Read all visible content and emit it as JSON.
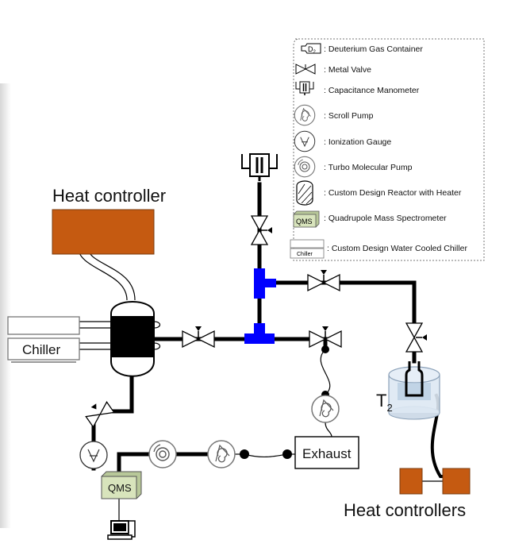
{
  "labels": {
    "heat_controller": "Heat controller",
    "chiller": "Chiller",
    "t2_base": "T",
    "t2_sub": "2",
    "exhaust": "Exhaust",
    "qms": "QMS",
    "heat_controllers": "Heat controllers"
  },
  "legend": {
    "items": [
      {
        "icon": "deuterium-gas-container-icon",
        "symbol": "D",
        "symbol_sub": "2",
        "text": ": Deuterium Gas Container"
      },
      {
        "icon": "metal-valve-icon",
        "text": ": Metal Valve"
      },
      {
        "icon": "capacitance-manometer-icon",
        "text": ": Capacitance Manometer"
      },
      {
        "icon": "scroll-pump-icon",
        "text": ": Scroll Pump"
      },
      {
        "icon": "ionization-gauge-icon",
        "text": ": Ionization Gauge"
      },
      {
        "icon": "turbo-molecular-pump-icon",
        "text": ": Turbo Molecular Pump"
      },
      {
        "icon": "reactor-heater-icon",
        "text": ": Custom Design Reactor with Heater"
      },
      {
        "icon": "qms-icon",
        "symbol": "QMS",
        "text": ": Quadrupole Mass Spectrometer"
      },
      {
        "icon": "water-chiller-icon",
        "symbol": "Chiller",
        "text": ": Custom Design Water Cooled Chiller"
      }
    ]
  },
  "colors": {
    "heater": "#c55a11",
    "tee": "#0000ff",
    "qms_box": "#d8e4bc",
    "dewar": "#dde8f3",
    "pipe": "#000000"
  }
}
